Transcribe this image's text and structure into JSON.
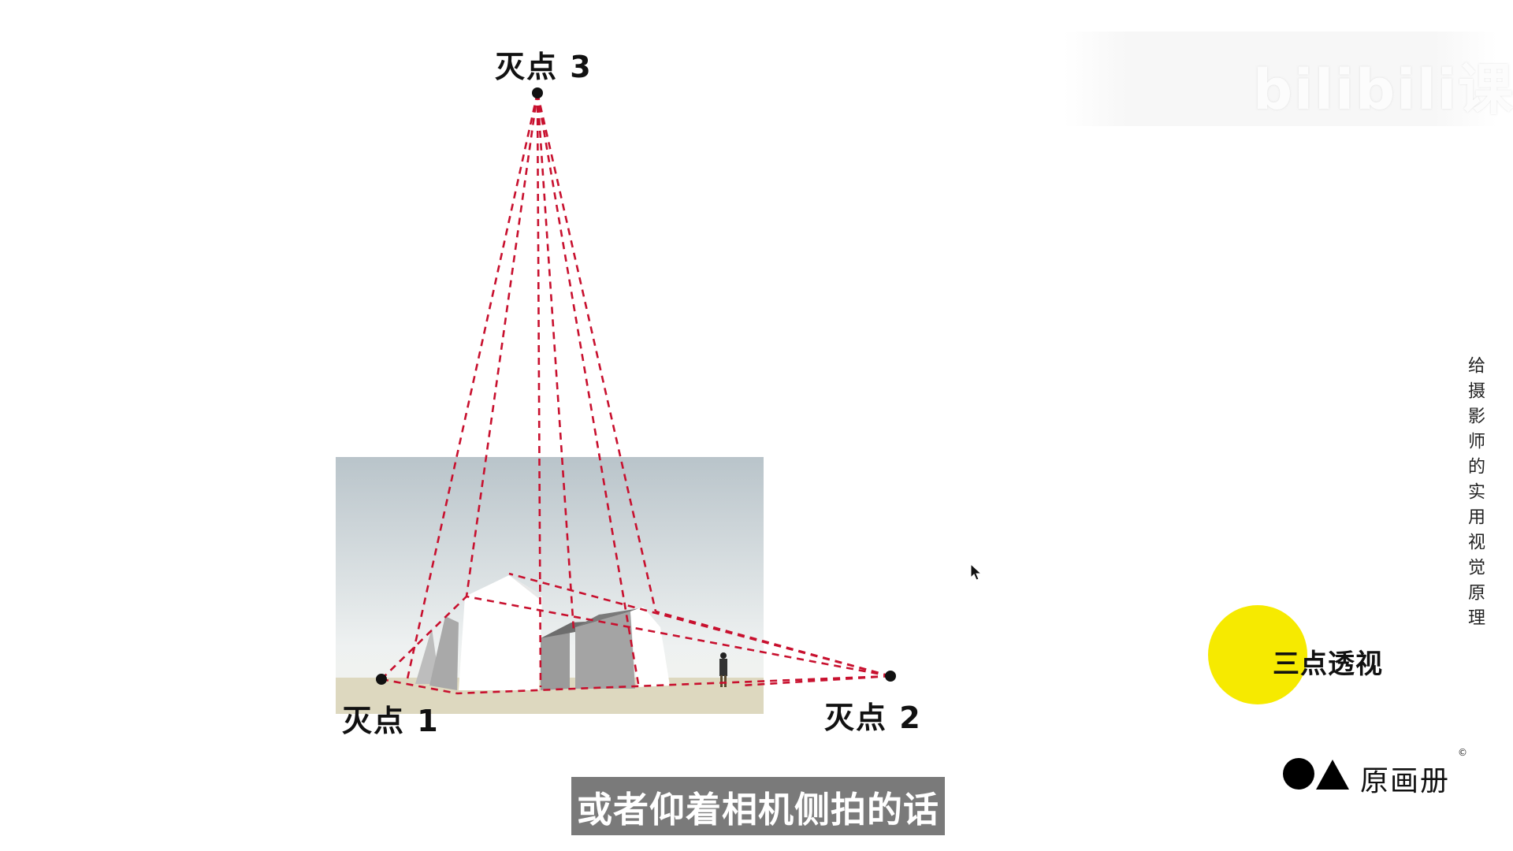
{
  "diagram": {
    "vanishing_points": {
      "vp1": "灭点 1",
      "vp2": "灭点 2",
      "vp3": "灭点 3"
    },
    "line_color": "#c8102e",
    "sky_top_color": "#b8c3c9",
    "sky_bottom_color": "#eef1f1",
    "ground_color": "#ddd8bf"
  },
  "watermark": {
    "text": "bilibili课堂"
  },
  "vertical_title": "给摄影师的实用视觉原理",
  "topic": {
    "label": "三点透视",
    "dot_color": "#f6ea00"
  },
  "brand": {
    "name": "原画册",
    "copyright": "©",
    "icons": [
      "circle-icon",
      "triangle-icon"
    ]
  },
  "subtitle": "或者仰着相机侧拍的话",
  "cursor": "arrow-cursor-icon"
}
